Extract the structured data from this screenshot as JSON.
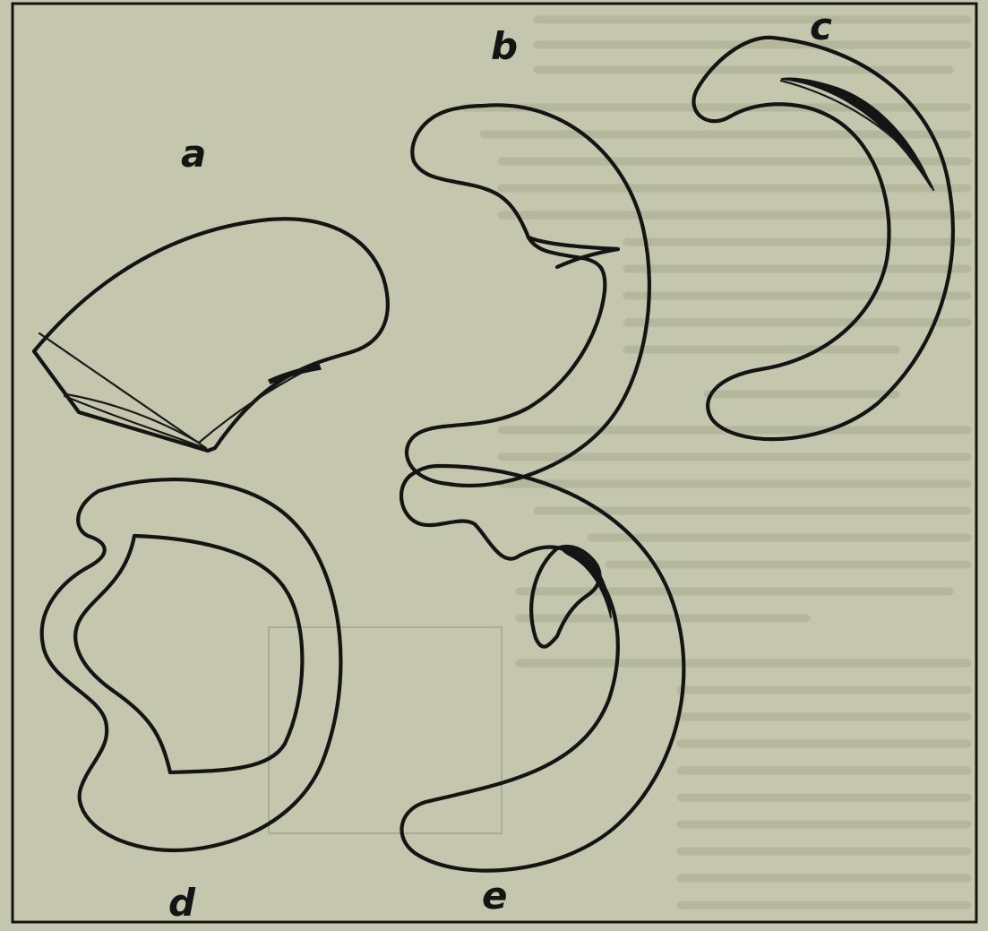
{
  "figure": {
    "labels": {
      "a": "a",
      "b": "b",
      "c": "c",
      "d": "d",
      "e": "e"
    }
  },
  "colors": {
    "paper": "#c4c7ad",
    "ink": "#141414"
  }
}
